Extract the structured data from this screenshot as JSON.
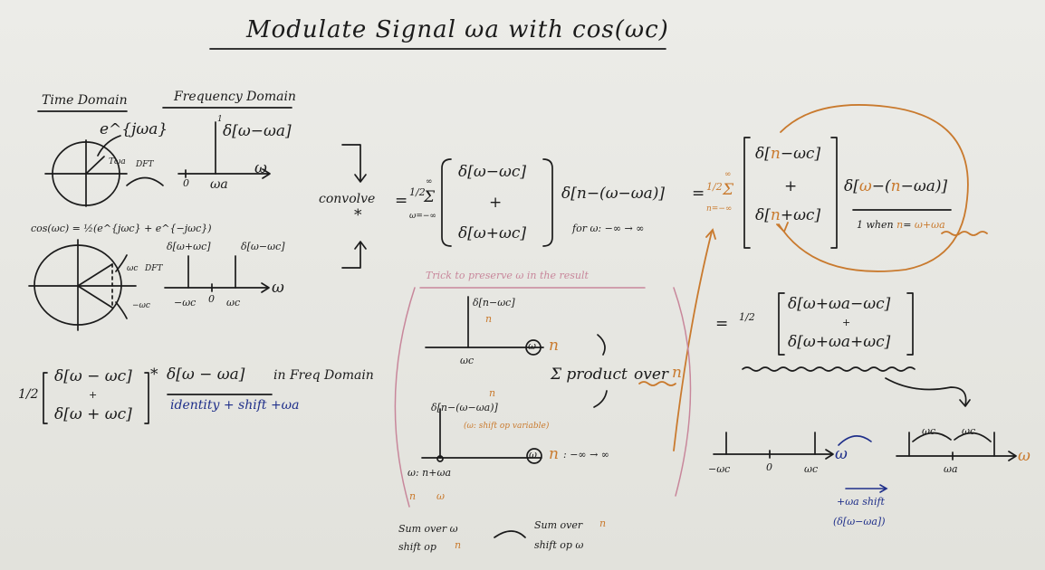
{
  "board": {
    "title": "Modulate Signal ωa with cos(ωc)",
    "colors": {
      "ink": "#1b1b1b",
      "orange": "#c97a2e",
      "blue": "#1f2f8a",
      "pink": "#c8879b"
    },
    "left": {
      "time_domain_header": "Time Domain",
      "frequency_domain_header": "Frequency Domain",
      "exp_label": "e^{jωa}",
      "ta_label": "Tωa",
      "dft_label_1": "DFT",
      "delta_label_1": "δ[ω−ωa]",
      "one_label": "1",
      "omega_axis_1": "ω",
      "zero_label_1": "0",
      "wa_tick": "ωa",
      "cos_identity": "cos(ωc) = ½(e^{jωc} + e^{−jωc})",
      "wc_label_1": "ωc",
      "neg_wc_label_1": "−ωc",
      "dft_label_2": "DFT",
      "delta_plus_wc": "δ[ω+ωc]",
      "delta_minus_wc": "δ[ω−ωc]",
      "neg_wc_tick": "−ωc",
      "zero_label_2": "0",
      "wc_tick": "ωc",
      "omega_axis_2": "ω",
      "half_frac": "1/2",
      "bracket_top": "δ[ω − ωc]",
      "bracket_plus": "+",
      "bracket_bottom": "δ[ω + ωc]",
      "convolve_star": "*",
      "delta_wa": "δ[ω − ωa]",
      "in_freq_domain": "in Freq Domain",
      "identity_shift": "identity + shift +ωa"
    },
    "middle": {
      "convolve": "convolve",
      "star": "*",
      "eq_sign": "=",
      "half": "1/2",
      "sum_top": "∞",
      "sum_bottom": "ω=−∞",
      "top_term": "δ[ω−ωc]",
      "plus": "+",
      "bottom_term": "δ[ω+ωc]",
      "right_term": "δ[n−(ω−ωa)]",
      "range": "for ω: −∞ → ∞"
    },
    "trick": {
      "header": "Trick to preserve ω in the result",
      "spike_label": "δ[n−ωc]",
      "spike_n": "n",
      "wc_tick": "ωc",
      "circled_w": "ω",
      "n_axis": "n",
      "sum_product": "Σ product",
      "over": "over",
      "over_n": "n",
      "delta_shift": "δ[n−(ω−ωa)]",
      "n_above": "n",
      "shift_note": "(ω: shift op variable)",
      "circled_w2": "ω",
      "n_axis2": "n",
      "range2": ": −∞ → ∞",
      "at_label": "ω: n+ωa",
      "n_below": "n",
      "w_below": "ω",
      "sum_over_w": "Sum over ω",
      "shift_op_n": "shift op",
      "n_word": "n",
      "sum_over_n": "Sum over",
      "n_word2": "n",
      "shift_op_w": "shift op ω"
    },
    "right": {
      "eq_sign": "=",
      "half": "1/2",
      "sum_top": "∞",
      "sum_bottom": "n=−∞",
      "top_a": "δ[",
      "top_n": "n",
      "top_b": "−ωc]",
      "plus": "+",
      "bot_a": "δ[",
      "bot_n": "n",
      "bot_b": "+ωc]",
      "rt_a": "δ[",
      "rt_w": "ω",
      "rt_b": "−(",
      "rt_n": "n",
      "rt_c": "−ωa)]",
      "one_when": "1 when",
      "when_n": "n",
      "when_eq": "=",
      "when_val": "ω+ωa",
      "eq2": "=",
      "half2": "1/2",
      "top2": "δ[ω+ωa−ωc]",
      "plus2": "+",
      "bot2": "δ[ω+ωa+ωc]"
    },
    "bottom_right": {
      "neg_wc": "−ωc",
      "zero": "0",
      "wc": "ωc",
      "omega": "ω",
      "wc_span_1": "ωc",
      "wc_span_2": "ωc",
      "wa_center": "ωa",
      "omega2": "ω",
      "shift_note": "+ωa shift",
      "delta_note": "(δ[ω−ωa])"
    }
  }
}
